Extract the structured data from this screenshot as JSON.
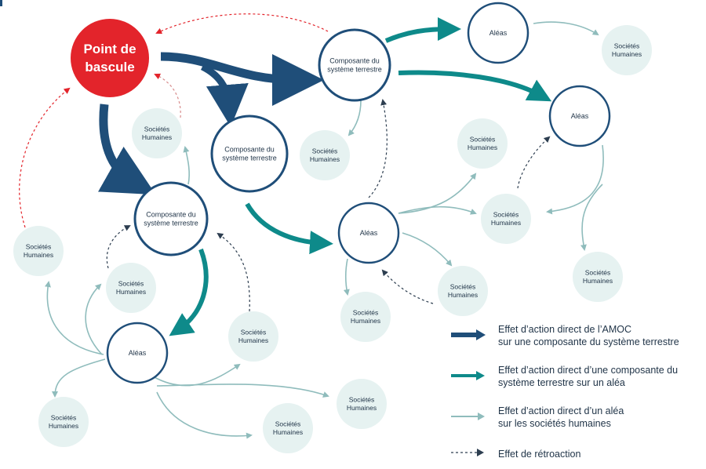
{
  "nodes": {
    "tipping_point": "Point de bascule",
    "component": "Composante du système terrestre",
    "hazard": "Aléas",
    "society": "Sociétés Humaines"
  },
  "legend": [
    {
      "label": "Effet d’action direct de l’AMOC\nsur une composante du système terrestre",
      "style": "amoc"
    },
    {
      "label": "Effet d’action direct d’une composante du\nsystème terrestre sur un aléa",
      "style": "component"
    },
    {
      "label": "Effet d’action direct d’un aléa\nsur les sociétés humaines",
      "style": "hazard"
    },
    {
      "label": "Effet de rétroaction",
      "style": "feedback"
    }
  ],
  "colors": {
    "amoc": "#1f4e79",
    "component_effect": "#0e8a8a",
    "hazard_effect": "#8fbcbc",
    "feedback": "#2d3e50",
    "tipping_point": "#e3242b",
    "society_fill": "#e6f2f1"
  }
}
